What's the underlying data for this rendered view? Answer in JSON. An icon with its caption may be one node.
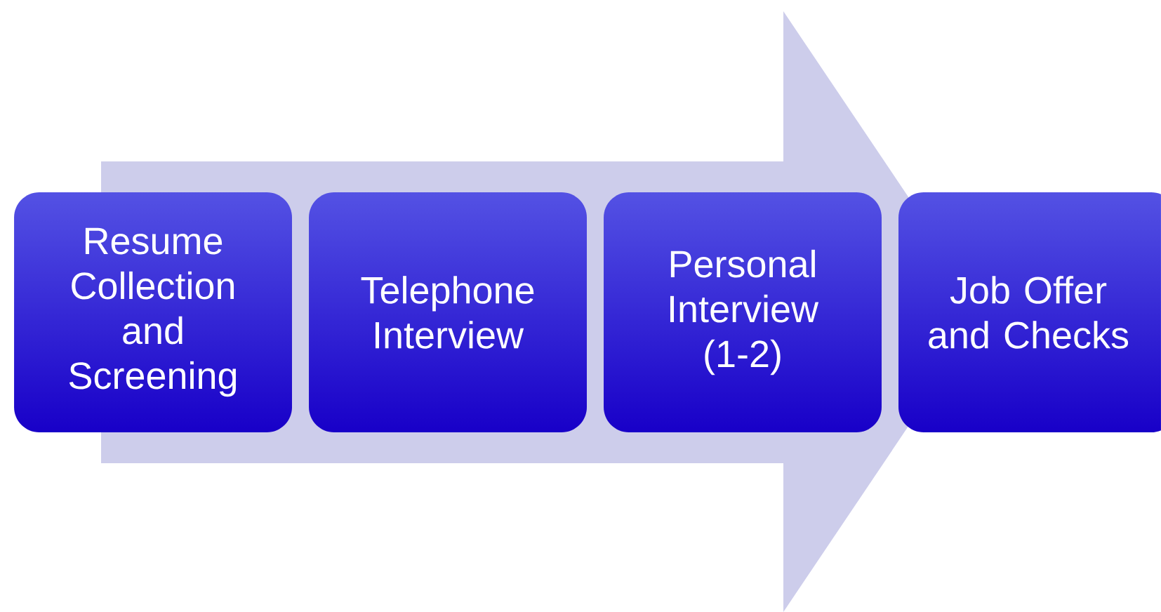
{
  "diagram": {
    "nodes": [
      {
        "text": [
          "Resume Collection and Screening"
        ]
      },
      {
        "text": [
          "Telephone Interview"
        ]
      },
      {
        "text": [
          "Personal Interview (1-2)"
        ]
      },
      {
        "text": [
          "Job Offer and Checks"
        ]
      }
    ],
    "edges": [
      {
        "from": 0,
        "to": 3,
        "arrow": "to"
      }
    ]
  }
}
